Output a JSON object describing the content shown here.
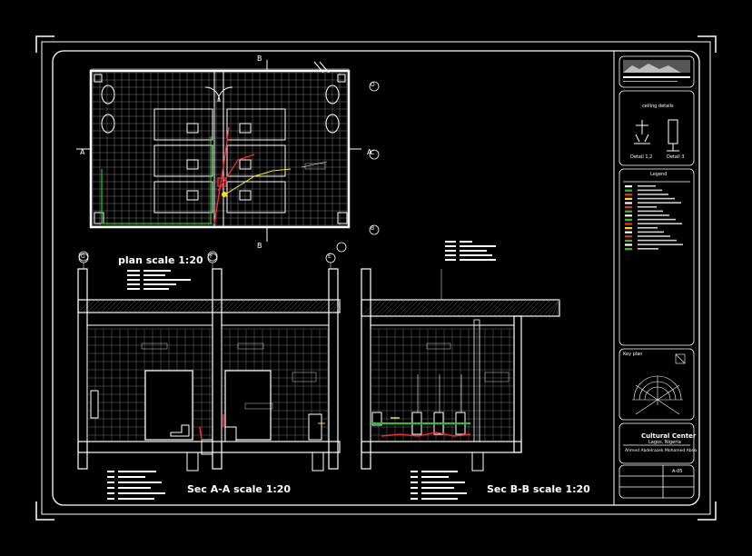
{
  "colors": {
    "background": "#000000",
    "line": "#ffffff",
    "accent_red": "#ff2a2a",
    "accent_green": "#22c822",
    "accent_yellow": "#ffe200"
  },
  "plan": {
    "title": "plan scale 1:20",
    "grid_top": [
      "B",
      "D"
    ],
    "grid_bottom": [
      "B"
    ],
    "axes_bottom": [
      "G",
      "F",
      "E"
    ],
    "axis_right": [
      "D",
      "C",
      "B"
    ],
    "section_left": "A",
    "section_right": "A"
  },
  "sections": {
    "a_title": "Sec A-A scale 1:20",
    "b_title": "Sec B-B scale 1:20",
    "axes_a": [
      "G",
      "F",
      "E"
    ]
  },
  "title_block": {
    "details_title": "ceiling details",
    "detail_1": "Detail 1,2",
    "detail_2": "Detail 3",
    "legend_title": "Legend",
    "key_title": "Key plan",
    "project_name": "Cultural Center",
    "project_sub": "Lagos, Nigeria",
    "author": "Ahmed Abdelrazek Mohamed Abdo",
    "sheet_no": "A-05"
  }
}
